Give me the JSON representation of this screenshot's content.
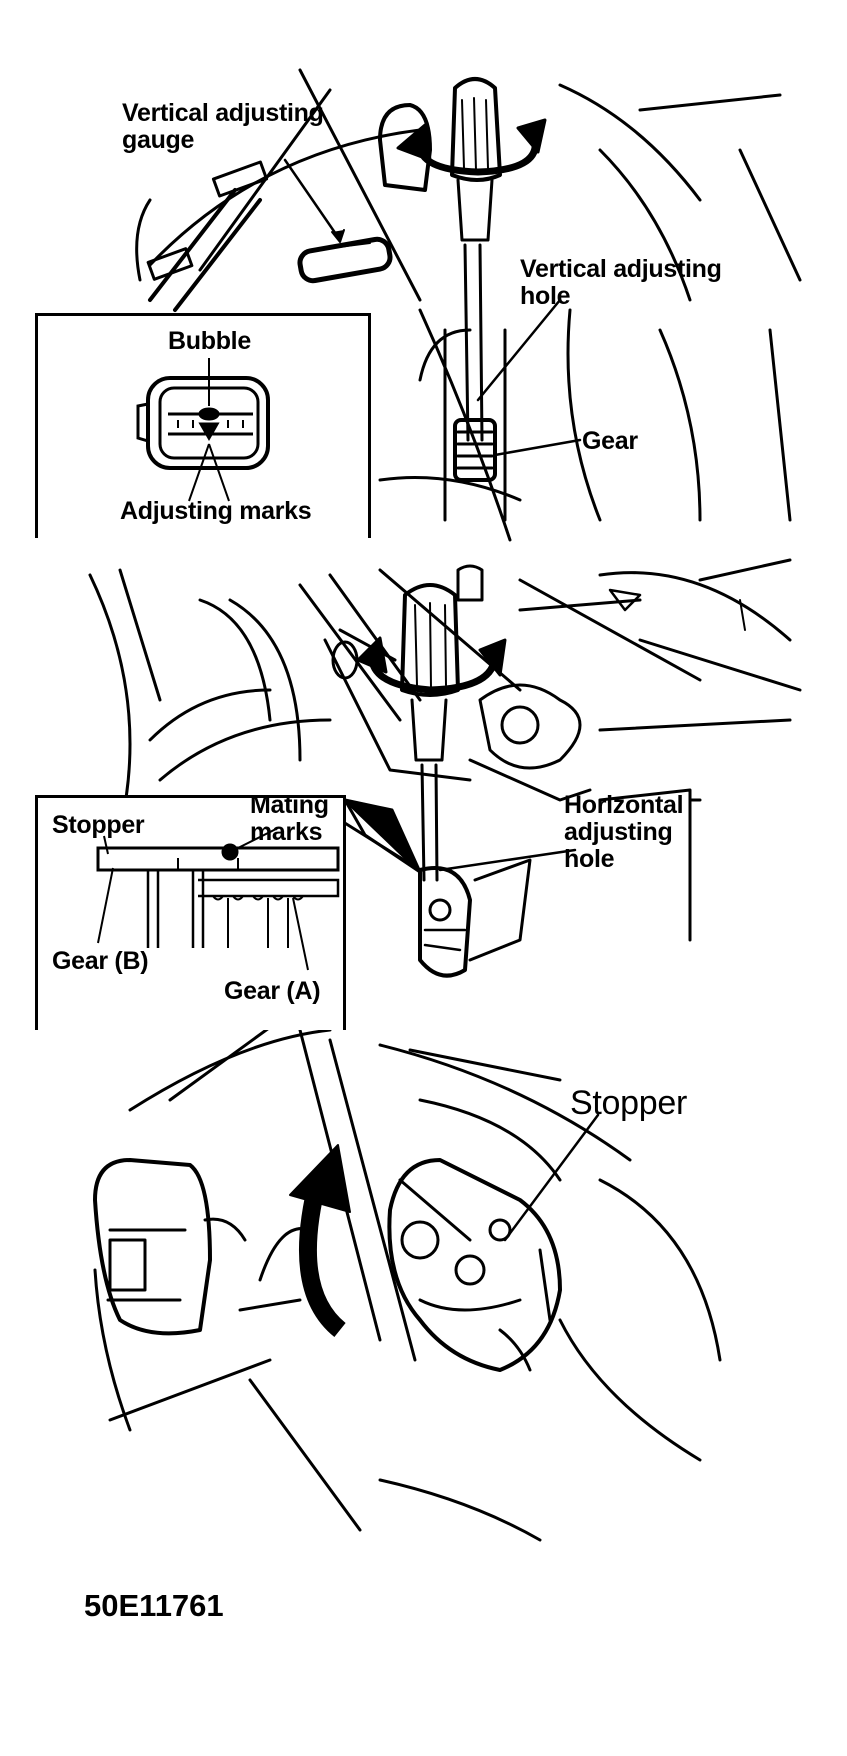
{
  "panel1": {
    "gauge_label": "Vertical adjusting\ngauge",
    "hole_label": "Vertical adjusting\nhole",
    "gear_label": "Gear",
    "bubble_label": "Bubble",
    "marks_label": "Adjusting marks"
  },
  "panel2": {
    "stopper_label": "Stopper",
    "mating_label": "Mating\nmarks",
    "hole_label": "Horizontal\nadjusting\nhole",
    "gear_b_label": "Gear (B)",
    "gear_a_label": "Gear (A)"
  },
  "panel3": {
    "stopper_label": "Stopper"
  },
  "figure_code": "50E11761",
  "colors": {
    "ink": "#000000",
    "paper": "#ffffff"
  }
}
